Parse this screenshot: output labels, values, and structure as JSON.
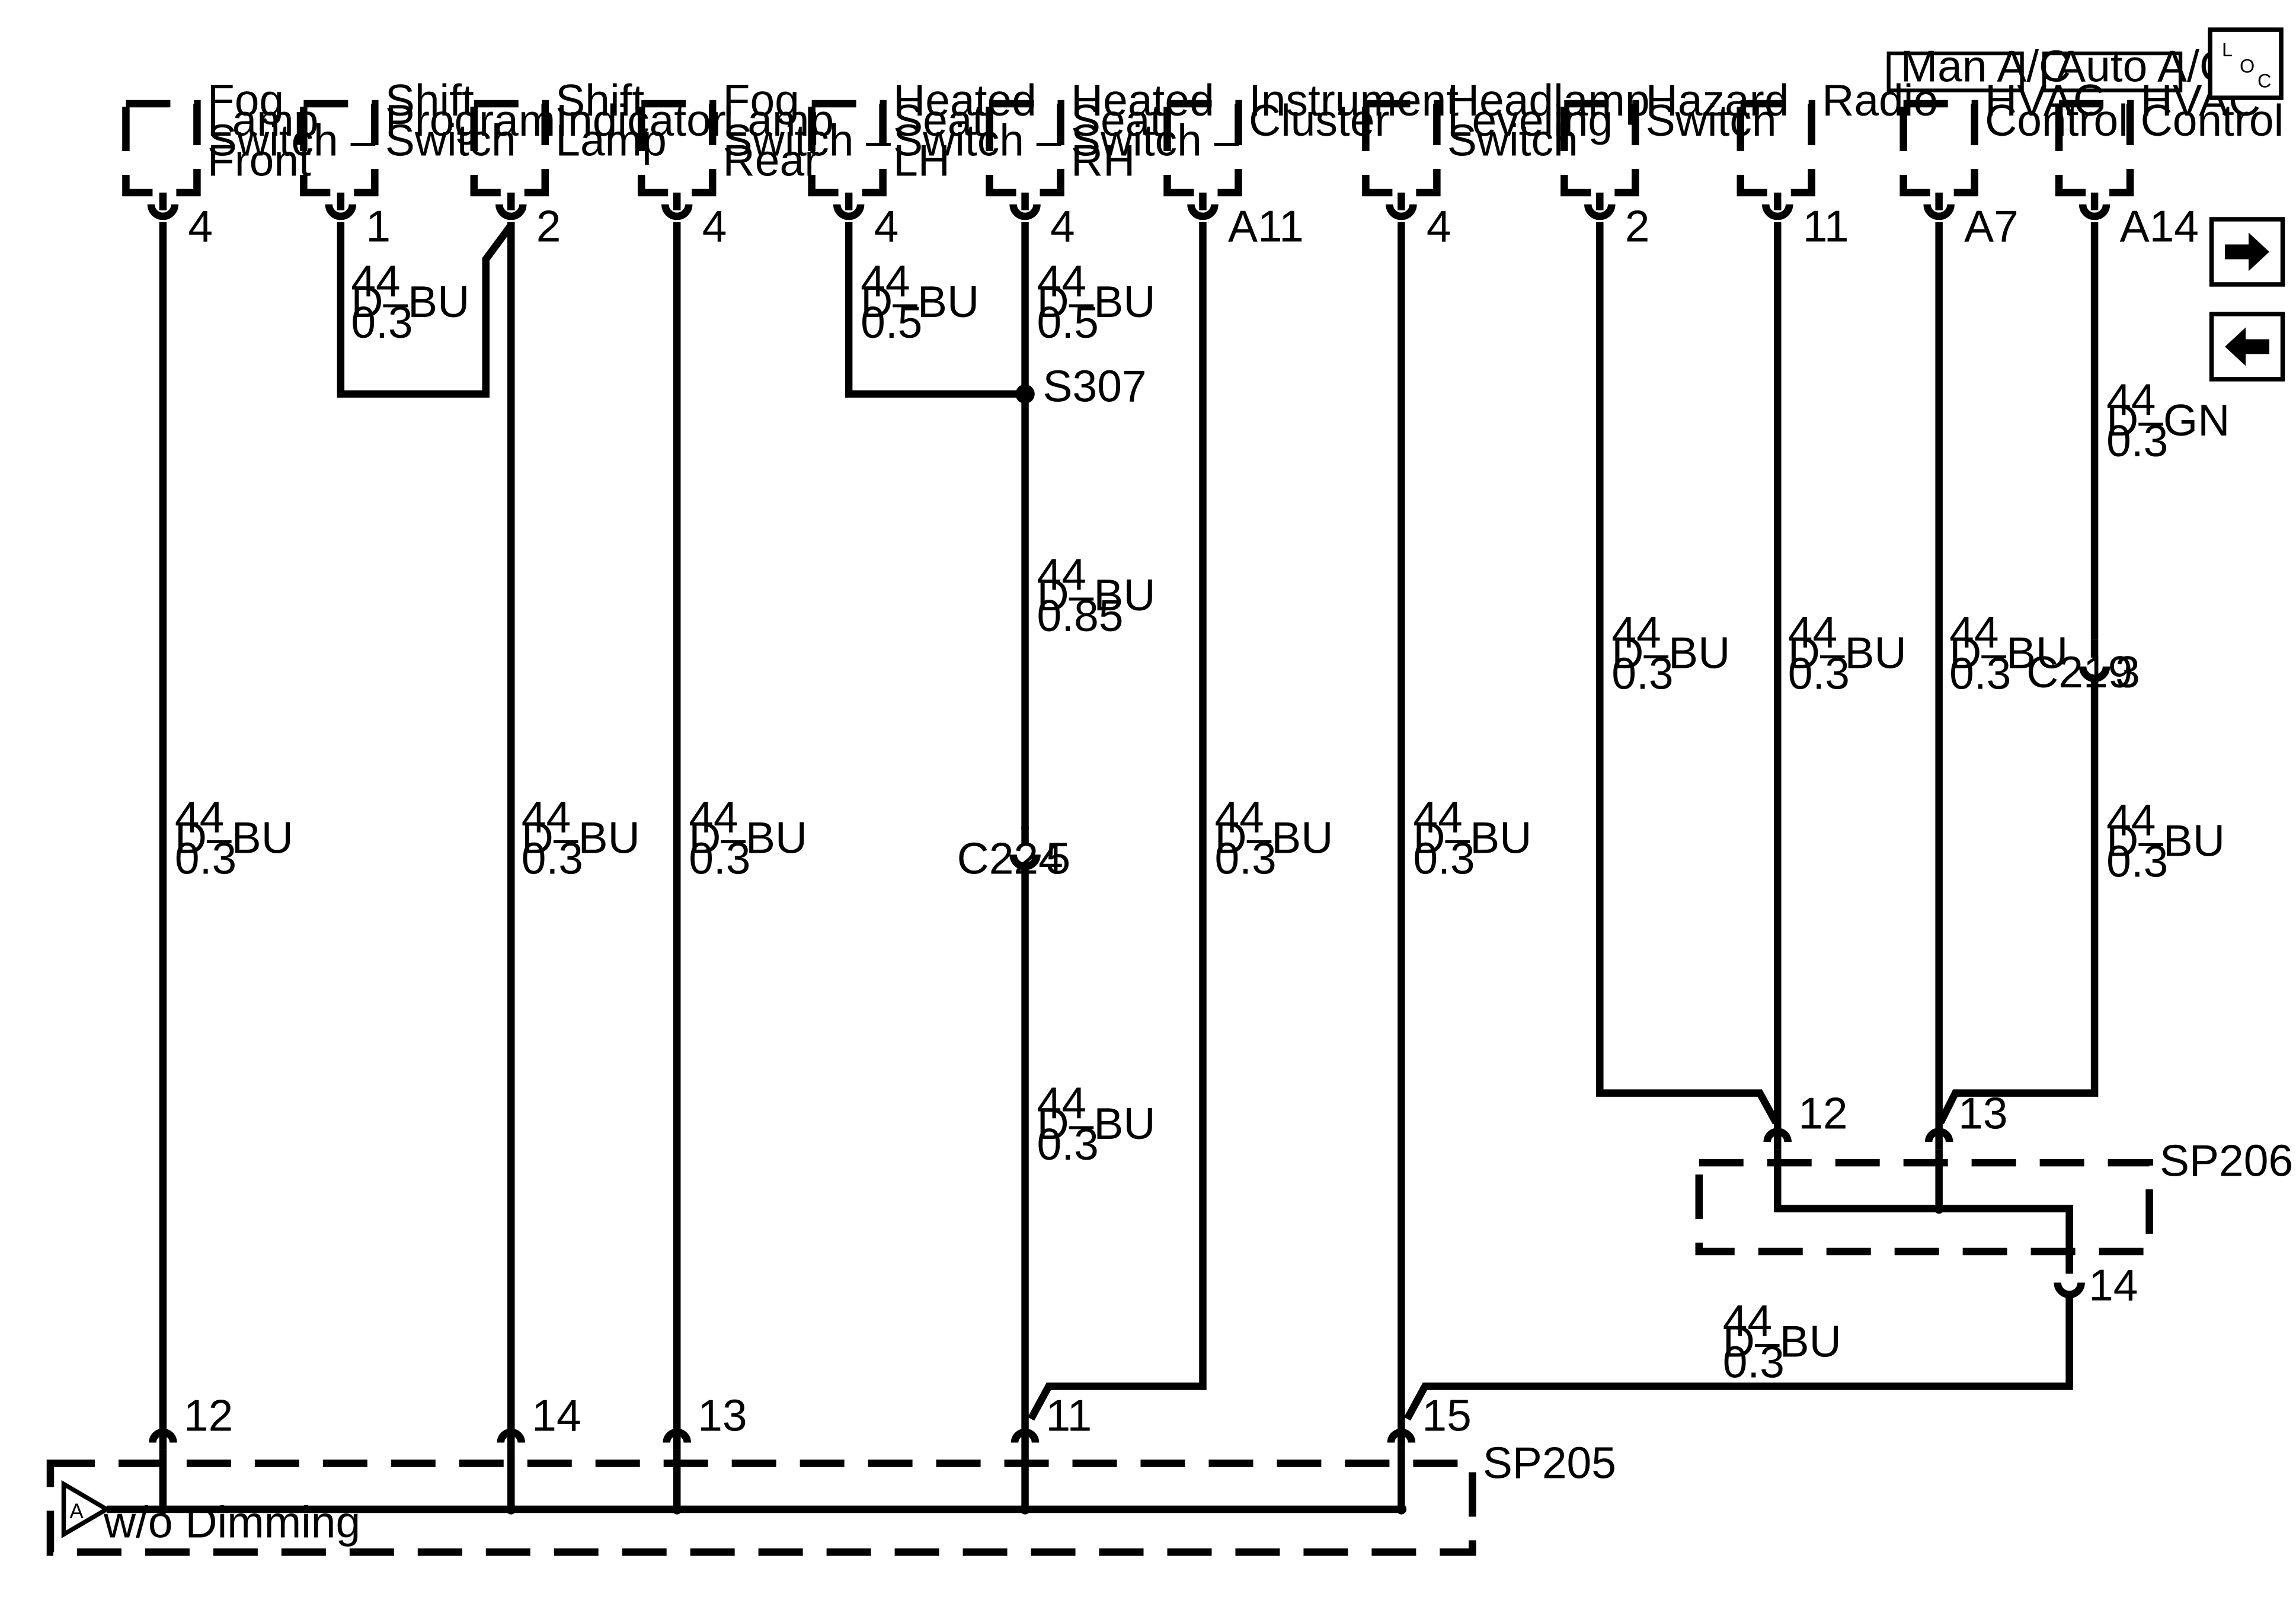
{
  "components": [
    {
      "name": [
        "Fog",
        "Lamp",
        "Switch –",
        "Front"
      ],
      "pin": "4"
    },
    {
      "name": [
        "Shift",
        "Program",
        "Switch"
      ],
      "pin": "1"
    },
    {
      "name": [
        "Shift",
        "Indicator",
        "Lamp"
      ],
      "pin": "2"
    },
    {
      "name": [
        "Fog",
        "Lamp",
        "Switch –",
        "Rear"
      ],
      "pin": "4"
    },
    {
      "name": [
        "Heated",
        "Seat",
        "Switch –",
        "LH"
      ],
      "pin": "4"
    },
    {
      "name": [
        "Heated",
        "Seat",
        "Switch –",
        "RH"
      ],
      "pin": "4"
    },
    {
      "name": [
        "Instrument",
        "Cluster"
      ],
      "pin": "A11"
    },
    {
      "name": [
        "Headlamp",
        "Leveling",
        "Switch"
      ],
      "pin": "4"
    },
    {
      "name": [
        "Hazard",
        "Switch"
      ],
      "pin": "2"
    },
    {
      "name": [
        "Radio"
      ],
      "pin": "11"
    },
    {
      "name": [
        "HVAC",
        "Control"
      ],
      "pin": "A7",
      "option": "Man A/C"
    },
    {
      "name": [
        "HVAC",
        "Control"
      ],
      "pin": "A14",
      "option": "Auto A/C"
    }
  ],
  "wires": {
    "fog_front": [
      "44",
      "D–BU",
      "0.3"
    ],
    "shift_program": [
      "44",
      "D–BU",
      "0.3"
    ],
    "shift_indicator": [
      "44",
      "D–BU",
      "0.3"
    ],
    "fog_rear": [
      "44",
      "D–BU",
      "0.3"
    ],
    "seat_lh": [
      "44",
      "D–BU",
      "0.5"
    ],
    "seat_rh": [
      "44",
      "D–BU",
      "0.5"
    ],
    "s307_c224": [
      "44",
      "D–BU",
      "0.85"
    ],
    "c224_sp205": [
      "44",
      "D–BU",
      "0.3"
    ],
    "instrument": [
      "44",
      "D–BU",
      "0.3"
    ],
    "headlamp": [
      "44",
      "D–BU",
      "0.3"
    ],
    "hazard": [
      "44",
      "D–BU",
      "0.3"
    ],
    "radio": [
      "44",
      "D–BU",
      "0.3"
    ],
    "hvac_man": [
      "44",
      "D–BU",
      "0.3"
    ],
    "hvac_auto": [
      "44",
      "D–GN",
      "0.3"
    ],
    "c219_sp206": [
      "44",
      "D–BU",
      "0.3"
    ],
    "sp206_sp205": [
      "44",
      "D–BU",
      "0.3"
    ]
  },
  "splices": {
    "s307": "S307"
  },
  "connectors": {
    "c224": {
      "name": "C224",
      "pin": "5"
    },
    "c219": {
      "name": "C219",
      "pin": "3"
    }
  },
  "sp205": {
    "name": "SP205",
    "pins": [
      "12",
      "14",
      "13",
      "11",
      "15"
    ],
    "ref": "A",
    "note": "w/o Dimming"
  },
  "sp206": {
    "name": "SP206",
    "pins": [
      "12",
      "13",
      "14"
    ]
  },
  "loc": [
    "L",
    "O",
    "C"
  ],
  "nav": [
    "arrow-right-icon",
    "arrow-left-icon"
  ]
}
